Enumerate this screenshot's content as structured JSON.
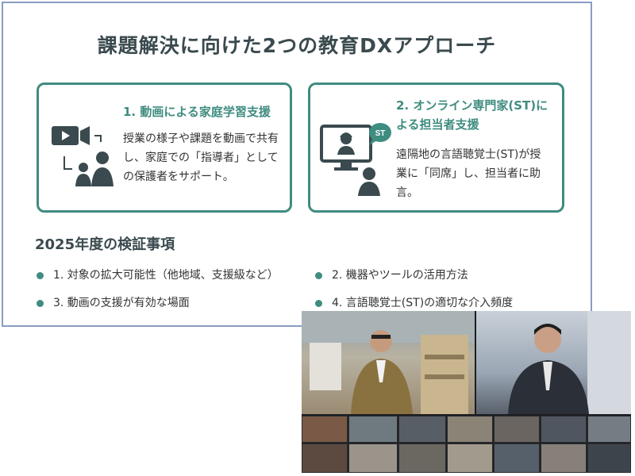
{
  "slide": {
    "title": "課題解決に向けた2つの教育DXアプローチ",
    "cards": [
      {
        "title": "1. 動画による家庭学習支援",
        "body": "授業の様子や課題を動画で共有し、家庭での「指導者」としての保護者をサポート。",
        "icon": "video-family-icon"
      },
      {
        "title": "2. オンライン専門家(ST)による担当者支援",
        "body": "遠隔地の言語聴覚士(ST)が授業に「同席」し、担当者に助言。",
        "icon": "online-specialist-icon",
        "icon_badge": "ST"
      }
    ],
    "section_title": "2025年度の検証事項",
    "points": [
      "1. 対象の拡大可能性（他地域、支援級など）",
      "2. 機器やツールの活用方法",
      "3. 動画の支援が有効な場面",
      "4. 言語聴覚士(ST)の適切な介入頻度"
    ],
    "accent_color": "#3f8c80"
  },
  "video_call": {
    "description_icon": "video-conference-grid"
  }
}
